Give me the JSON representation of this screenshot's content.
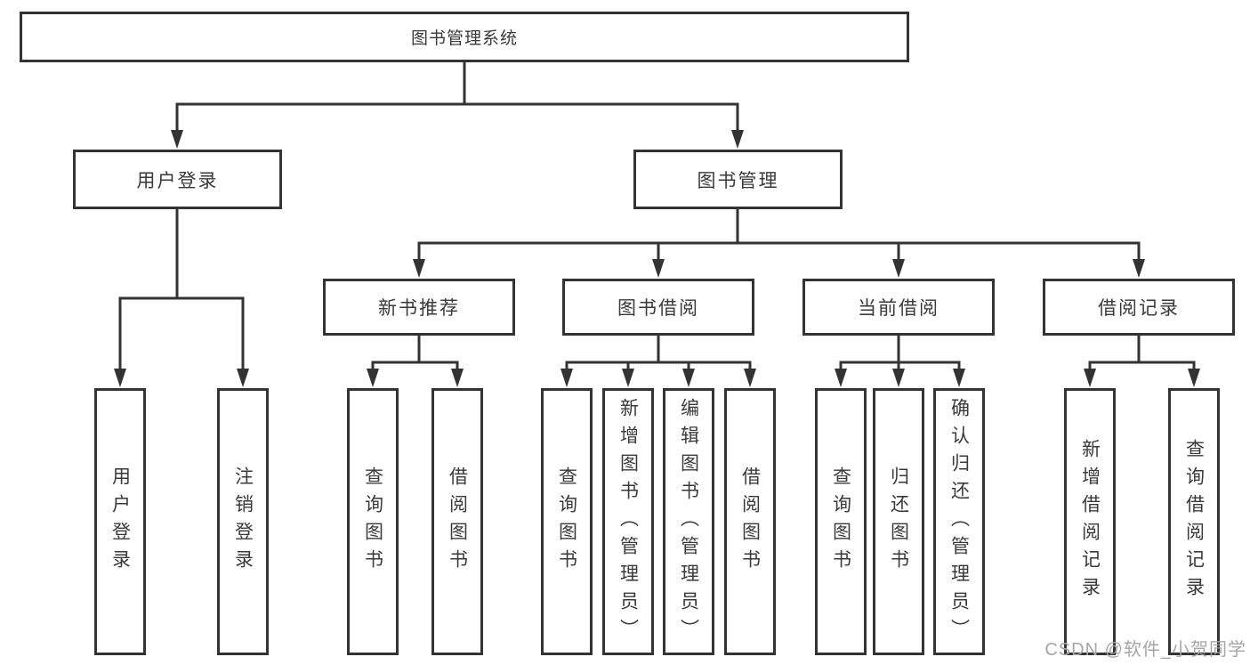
{
  "root": {
    "label": "图书管理系统"
  },
  "level2": {
    "user_login": "用户登录",
    "book_mgmt": "图书管理"
  },
  "level3": {
    "recommend": "新书推荐",
    "borrow": "图书借阅",
    "current": "当前借阅",
    "records": "借阅记录"
  },
  "leaves": {
    "login": [
      "用户登录",
      "注销登录"
    ],
    "recommend": [
      "查询图书",
      "借阅图书"
    ],
    "borrow": [
      "查询图书",
      "新增图书（管理员）",
      "编辑图书（管理员）",
      "借阅图书"
    ],
    "current": [
      "查询图书",
      "归还图书",
      "确认归还（管理员）"
    ],
    "records": [
      "新增借阅记录",
      "查询借阅记录"
    ]
  },
  "watermark": {
    "text": "CSDN @软件_小贺同学"
  },
  "colors": {
    "line": "#333333",
    "text": "#3a3a3a",
    "watermark": "#a6a6a6",
    "background": "#ffffff"
  }
}
